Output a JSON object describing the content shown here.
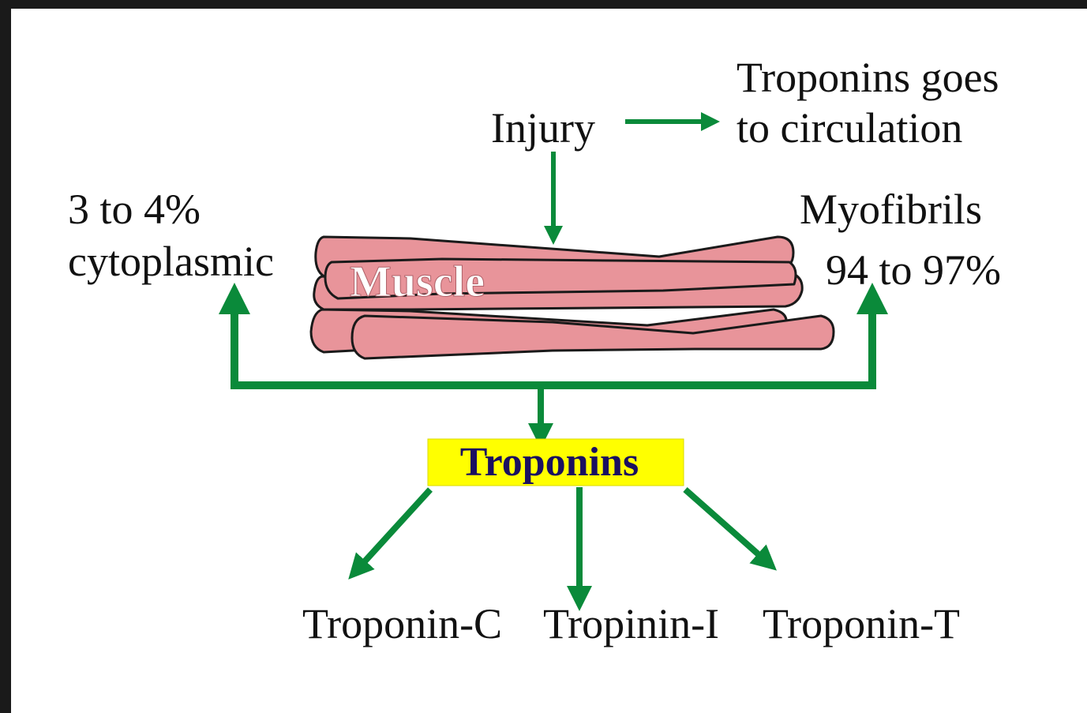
{
  "labels": {
    "injury": "Injury",
    "circulation_line1": "Troponins goes",
    "circulation_line2": "to circulation",
    "cytoplasmic_line1": "3 to 4%",
    "cytoplasmic_line2": "cytoplasmic",
    "myofibrils_line1": "Myofibrils",
    "myofibrils_line2": "94 to 97%",
    "muscle": "Muscle",
    "troponins": "Troponins",
    "troponin_c": "Troponin-C",
    "troponin_i": "Tropinin-I",
    "troponin_t": "Troponin-T"
  },
  "colors": {
    "arrow": "#0a8a3a",
    "muscle_fill": "#e8949a",
    "troponins_box": "#ffff00",
    "troponins_text": "#1a1060",
    "background": "#ffffff",
    "frame": "#1a1a1a"
  }
}
